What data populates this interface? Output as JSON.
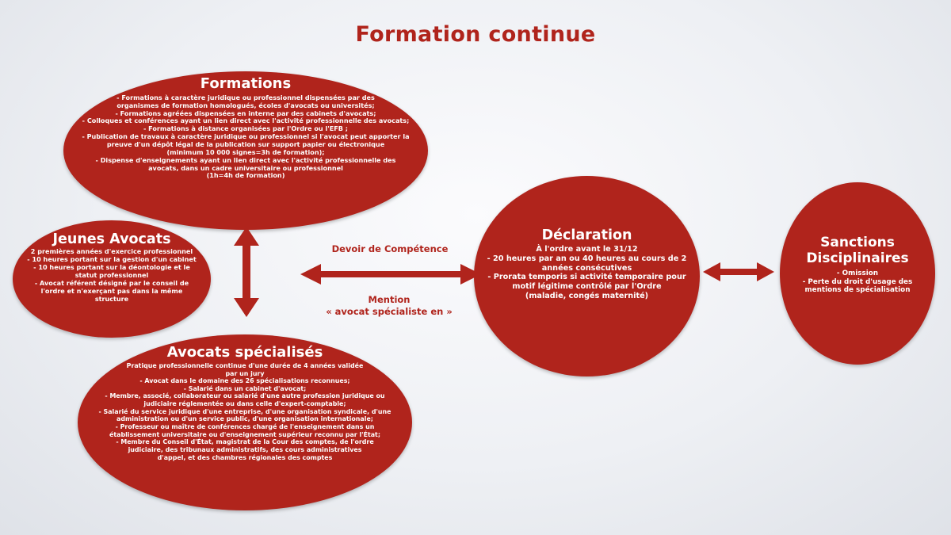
{
  "title": "Formation continue",
  "colors": {
    "accent": "#b0241c",
    "background": "#eef0f4",
    "text_on_accent": "#ffffff"
  },
  "formations": {
    "title": "Formations",
    "lines": [
      "- Formations à caractère juridique ou professionnel dispensées par des",
      "organismes de formation homologués, écoles d'avocats ou universités;",
      "- Formations agréées dispensées en interne par des cabinets d'avocats;",
      "- Colloques et conférences ayant un lien direct avec l'activité professionnelle des avocats;",
      "- Formations à distance organisées par l'Ordre ou l'EFB ;",
      "- Publication de travaux à caractère juridique ou professionnel si l'avocat peut apporter la",
      "preuve d'un dépôt légal de la publication sur support papier ou électronique",
      "(minimum 10 000 signes=3h de formation);",
      "- Dispense d'enseignements ayant un lien direct avec l'activité professionnelle des",
      "avocats, dans un cadre universitaire ou professionnel",
      "(1h=4h de formation)"
    ]
  },
  "jeunes_avocats": {
    "title": "Jeunes Avocats",
    "lines": [
      "2 premières années d'exercice professionnel",
      "- 10 heures portant sur la gestion d'un cabinet",
      "- 10 heures portant sur la déontologie et le",
      "statut professionnel",
      "- Avocat référent désigné par le conseil de",
      "l'ordre et n'exerçant pas dans la même",
      "structure"
    ]
  },
  "avocats_specialises": {
    "title": "Avocats spécialisés",
    "lines": [
      "Pratique professionnelle continue d'une durée de 4 années validée",
      "par un jury",
      "- Avocat dans le domaine des 26 spécialisations reconnues;",
      "- Salarié dans un cabinet d'avocat;",
      "- Membre, associé, collaborateur ou salarié d'une autre profession juridique ou",
      "judiciaire réglementée ou dans celle d'expert-comptable;",
      "- Salarié du service juridique d'une entreprise, d'une organisation syndicale, d'une",
      "administration ou d'un service public, d'une organisation internationale;",
      "- Professeur ou maître de conférences chargé de l'enseignement dans un",
      "établissement universitaire ou d'enseignement supérieur reconnu par l'État;",
      "- Membre du Conseil d'État, magistrat de la Cour des comptes, de l'ordre",
      "judiciaire, des tribunaux administratifs, des cours administratives",
      "d'appel, et des chambres régionales des comptes"
    ]
  },
  "declaration": {
    "title": "Déclaration",
    "lines": [
      "À l'ordre avant le 31/12",
      "- 20 heures par an ou 40 heures au cours de 2",
      "années consécutives",
      "- Prorata temporis si activité temporaire pour",
      "motif légitime contrôlé par l'Ordre",
      "(maladie, congés maternité)"
    ]
  },
  "sanctions": {
    "title_line1": "Sanctions",
    "title_line2": "Disciplinaires",
    "lines": [
      "- Omission",
      "- Perte du droit d'usage des",
      "mentions de spécialisation"
    ]
  },
  "connectors": {
    "devoir": "Devoir de Compétence",
    "mention_line1": "Mention",
    "mention_line2": "« avocat spécialiste en »"
  }
}
